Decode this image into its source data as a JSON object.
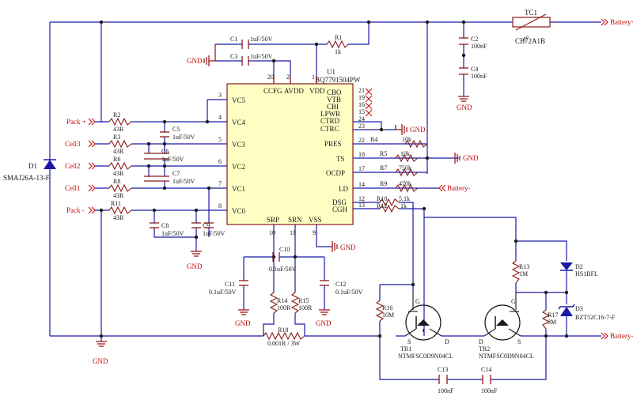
{
  "ic": {
    "ref": "U1",
    "part": "BQ7791504PW",
    "top_pins": [
      {
        "name": "CCFG",
        "num": "20"
      },
      {
        "name": "AVDD",
        "num": "2"
      },
      {
        "name": "VDD",
        "num": "1"
      }
    ],
    "left_pins": [
      {
        "name": "VC5",
        "num": "3"
      },
      {
        "name": "VC4",
        "num": "4"
      },
      {
        "name": "VC3",
        "num": "5"
      },
      {
        "name": "VC2",
        "num": "6"
      },
      {
        "name": "VC1",
        "num": "7"
      },
      {
        "name": "VC0",
        "num": "8"
      }
    ],
    "right_pins": [
      {
        "name": "CBO",
        "num": "21"
      },
      {
        "name": "VTB",
        "num": "19"
      },
      {
        "name": "CBI",
        "num": "16"
      },
      {
        "name": "LPWR",
        "num": "15"
      },
      {
        "name": "CTRD",
        "num": "24"
      },
      {
        "name": "CTRC",
        "num": "23"
      },
      {
        "name": "PRES",
        "num": "22"
      },
      {
        "name": "TS",
        "num": "18"
      },
      {
        "name": "OCDP",
        "num": "17"
      },
      {
        "name": "LD",
        "num": "14"
      },
      {
        "name": "DSG",
        "num": "12"
      },
      {
        "name": "CGH",
        "num": "13"
      }
    ],
    "bottom_pins": [
      {
        "name": "SRP",
        "num": "10"
      },
      {
        "name": "SRN",
        "num": "11"
      },
      {
        "name": "VSS",
        "num": "9"
      }
    ]
  },
  "ports": {
    "battery_plus": "Battery+",
    "battery_minus_bottom": "Battery-",
    "battery_minus_ld": "Battery-",
    "pack_plus": "Pack +",
    "pack_minus": "Pack -",
    "cell3": "Cell3",
    "cell2": "Cell2",
    "cell1": "Cell1"
  },
  "gnd": {
    "top_left": "GND",
    "c3": "GND",
    "ctrc": "GND",
    "ts": "GND",
    "vss": "GND",
    "c8": "GND",
    "c11": "GND",
    "c12": "GND",
    "bottom": "GND"
  },
  "components": {
    "tc1": {
      "ref": "TC1",
      "value": "CB72A1B",
      "symbol": "t°"
    },
    "c1": {
      "ref": "C1",
      "value": "1uF/50V"
    },
    "c2": {
      "ref": "C2",
      "value": "100nF"
    },
    "c3": {
      "ref": "C3",
      "value": "1uF/50V"
    },
    "c4": {
      "ref": "C4",
      "value": "100nF"
    },
    "r1": {
      "ref": "R1",
      "value": "1k"
    },
    "r2": {
      "ref": "R2",
      "value": "43R"
    },
    "r3": {
      "ref": "R3",
      "value": "43R"
    },
    "r6": {
      "ref": "R6",
      "value": "43R"
    },
    "r8": {
      "ref": "R8",
      "value": "43R"
    },
    "r11": {
      "ref": "R11",
      "value": "43R"
    },
    "c5": {
      "ref": "C5",
      "value": "1uF/50V"
    },
    "c6": {
      "ref": "C6",
      "value": "1uF/50V"
    },
    "c7": {
      "ref": "C7",
      "value": "1uF/50V"
    },
    "c8": {
      "ref": "C8",
      "value": "1uF/50V"
    },
    "c9": {
      "ref": "C9",
      "value": "1uF/50V"
    },
    "d1": {
      "ref": "D1",
      "value": "SMAJ26A-13-F"
    },
    "r4": {
      "ref": "R4",
      "value": "10k"
    },
    "r5": {
      "ref": "R5",
      "value": "10k"
    },
    "r7": {
      "ref": "R7",
      "value": "750k"
    },
    "r9": {
      "ref": "R9",
      "value": "470k"
    },
    "r10": {
      "ref": "R10",
      "value": "5.1k"
    },
    "r12": {
      "ref": "R12",
      "value": "1k"
    },
    "c10": {
      "ref": "C10",
      "value": "0.1uF/50V"
    },
    "c11": {
      "ref": "C11",
      "value": "0.1uF/50V"
    },
    "c12": {
      "ref": "C12",
      "value": "0.1uF/50V"
    },
    "r14": {
      "ref": "R14",
      "value": "100R"
    },
    "r15": {
      "ref": "R15",
      "value": "100R"
    },
    "r18": {
      "ref": "R18",
      "value": "0.001R / 3W"
    },
    "r13": {
      "ref": "R13",
      "value": "1M"
    },
    "r16": {
      "ref": "R16",
      "value": "10M"
    },
    "r17": {
      "ref": "R17",
      "value": "3M"
    },
    "d2": {
      "ref": "D2",
      "value": "HS1BFL"
    },
    "d3": {
      "ref": "D3",
      "value": "BZT52C16-7-F"
    },
    "tr1": {
      "ref": "TR1",
      "value": "NTMFSC0D9N04CL",
      "g": "G",
      "d": "D",
      "s": "S"
    },
    "tr2": {
      "ref": "TR2",
      "value": "NTMFSC0D9N04CL",
      "g": "G",
      "d": "D",
      "s": "S"
    },
    "c13": {
      "ref": "C13",
      "value": "100nF"
    },
    "c14": {
      "ref": "C14",
      "value": "100nF"
    }
  }
}
